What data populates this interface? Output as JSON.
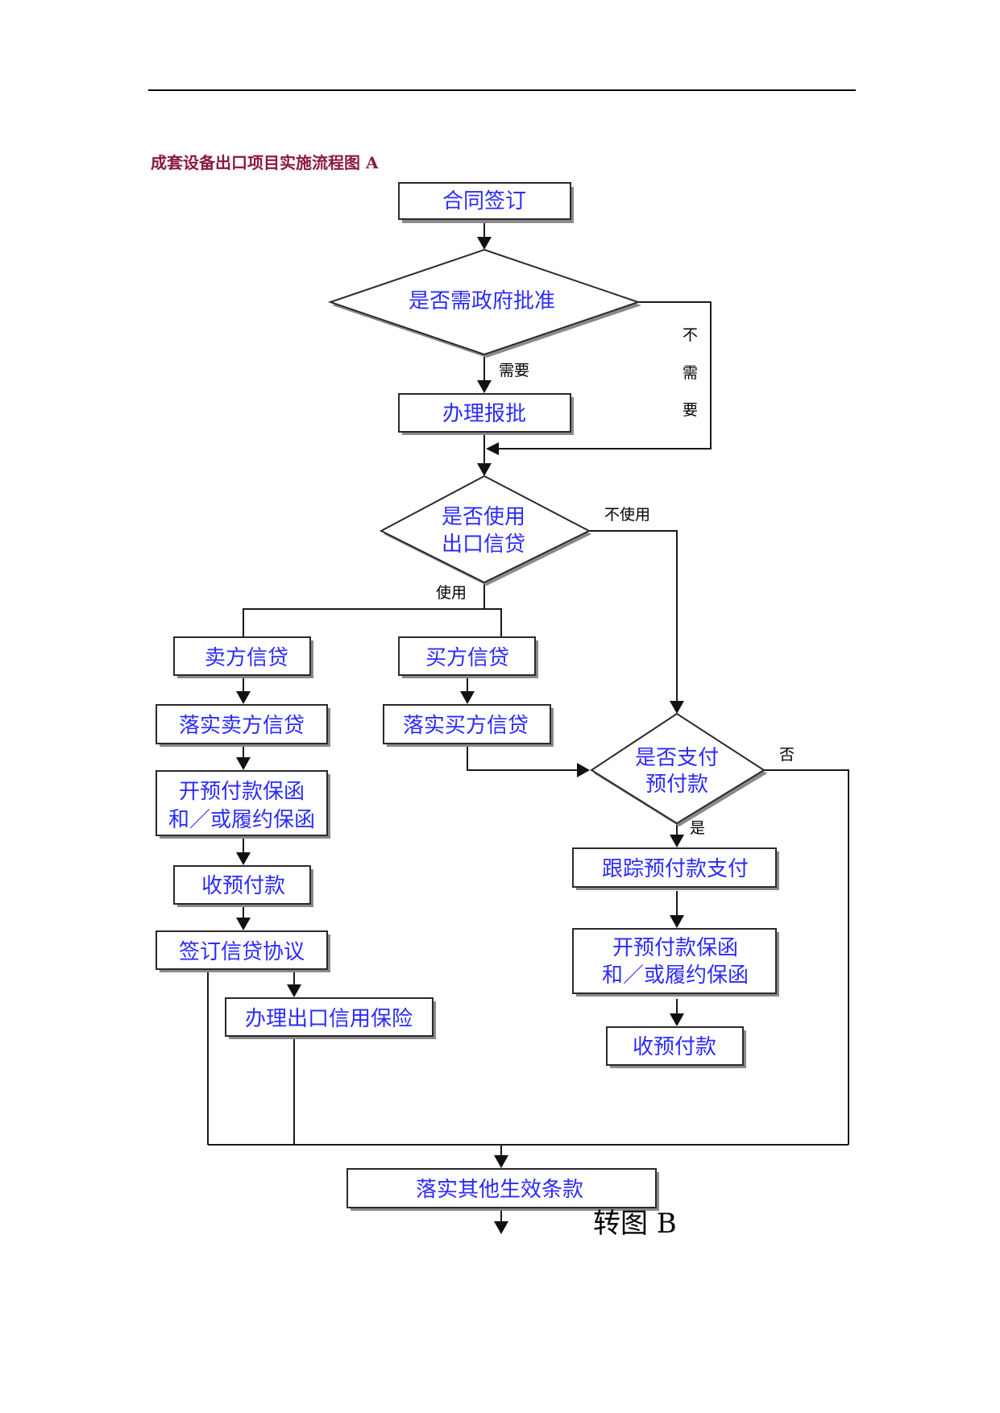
{
  "title": "成套设备出口项目实施流程图 A",
  "nodes": {
    "sign_contract": "合同签订",
    "gov_approval_q": "是否需政府批准",
    "apply_approval": "办理报批",
    "use_credit_q": [
      "是否使用",
      "出口信贷"
    ],
    "seller_credit": "卖方信贷",
    "buyer_credit": "买方信贷",
    "implement_seller_credit": "落实卖方信贷",
    "implement_buyer_credit": "落实买方信贷",
    "issue_guarantee_left": [
      "开预付款保函",
      "和／或履约保函"
    ],
    "receive_advance_left": "收预付款",
    "sign_credit_agreement": "签订信贷协议",
    "export_credit_insurance": "办理出口信用保险",
    "pay_advance_q": [
      "是否支付",
      "预付款"
    ],
    "track_advance": "跟踪预付款支付",
    "issue_guarantee_right": [
      "开预付款保函",
      "和／或履约保函"
    ],
    "receive_advance_right": "收预付款",
    "other_terms": "落实其他生效条款"
  },
  "edge_labels": {
    "needed": "需要",
    "not_needed": [
      "不",
      "需",
      "要"
    ],
    "not_use": "不使用",
    "use": "使用",
    "no": "否",
    "yes": "是"
  },
  "continue_label": "转图 B"
}
